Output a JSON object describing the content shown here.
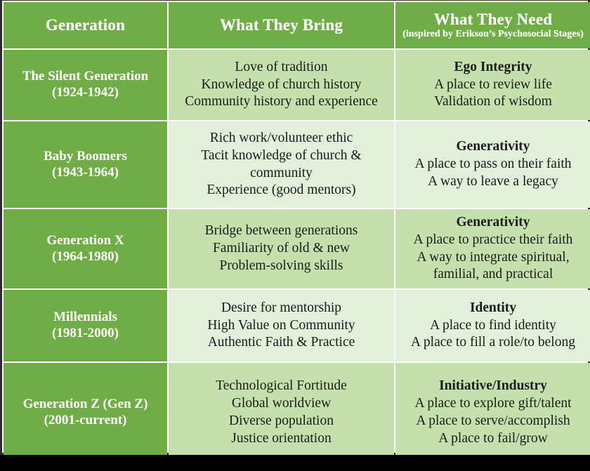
{
  "table": {
    "headers": [
      {
        "main": "Generation",
        "sub": ""
      },
      {
        "main": "What They Bring",
        "sub": ""
      },
      {
        "main": "What They Need",
        "sub": "(inspired by Erikson’s Psychosocial Stages)"
      }
    ],
    "colors": {
      "header_bg": "#70ad47",
      "header_text": "#ffffff",
      "generation_cell_bg": "#70ad47",
      "generation_cell_text": "#ffffff",
      "row_shade_dark": "#c5e0ad",
      "row_shade_light": "#e2efda",
      "body_text": "#1a1a1a",
      "outer_border": "#2b2b2b",
      "bottom_band": "#000000"
    },
    "rows": [
      {
        "generation_name": "The Silent Generation",
        "generation_years": "(1924-1942)",
        "bring": [
          {
            "text": "Love of tradition",
            "bold": false
          },
          {
            "text": "Knowledge of church history",
            "bold": false
          },
          {
            "text": "Community history and experience",
            "bold": false
          }
        ],
        "need": [
          {
            "text": "Ego Integrity",
            "bold": true
          },
          {
            "text": "A place to review life",
            "bold": false
          },
          {
            "text": "Validation of wisdom",
            "bold": false
          }
        ]
      },
      {
        "generation_name": "Baby Boomers",
        "generation_years": "(1943-1964)",
        "bring": [
          {
            "text": "Rich work/volunteer ethic",
            "bold": false
          },
          {
            "text": "Tacit knowledge of church &",
            "bold": false
          },
          {
            "text": "community",
            "bold": false
          },
          {
            "text": "Experience (good mentors)",
            "bold": false
          }
        ],
        "need": [
          {
            "text": "Generativity",
            "bold": true
          },
          {
            "text": "A place to pass on their faith",
            "bold": false
          },
          {
            "text": "A way to leave a legacy",
            "bold": false
          }
        ]
      },
      {
        "generation_name": "Generation X",
        "generation_years": "(1964-1980)",
        "bring": [
          {
            "text": "Bridge between generations",
            "bold": false
          },
          {
            "text": "Familiarity of old & new",
            "bold": false
          },
          {
            "text": "Problem-solving skills",
            "bold": false
          }
        ],
        "need": [
          {
            "text": "Generativity",
            "bold": true
          },
          {
            "text": "A place to practice their faith",
            "bold": false
          },
          {
            "text": "A way to integrate spiritual,",
            "bold": false
          },
          {
            "text": "familial, and practical",
            "bold": false
          }
        ]
      },
      {
        "generation_name": "Millennials",
        "generation_years": "(1981-2000)",
        "bring": [
          {
            "text": "Desire for mentorship",
            "bold": false
          },
          {
            "text": "High Value on Community",
            "bold": false
          },
          {
            "text": "Authentic Faith & Practice",
            "bold": false
          }
        ],
        "need": [
          {
            "text": "Identity",
            "bold": true
          },
          {
            "text": "A place to find identity",
            "bold": false
          },
          {
            "text": "A place to fill a role/to belong",
            "bold": false
          }
        ]
      },
      {
        "generation_name": "Generation Z (Gen Z)",
        "generation_years": "(2001-current)",
        "bring": [
          {
            "text": "Technological Fortitude",
            "bold": false
          },
          {
            "text": "Global worldview",
            "bold": false
          },
          {
            "text": "Diverse population",
            "bold": false
          },
          {
            "text": "Justice orientation",
            "bold": false
          }
        ],
        "need": [
          {
            "text": "Initiative/Industry",
            "bold": true
          },
          {
            "text": "A place to explore gift/talent",
            "bold": false
          },
          {
            "text": "A place to serve/accomplish",
            "bold": false
          },
          {
            "text": "A place to fail/grow",
            "bold": false
          }
        ]
      }
    ]
  }
}
